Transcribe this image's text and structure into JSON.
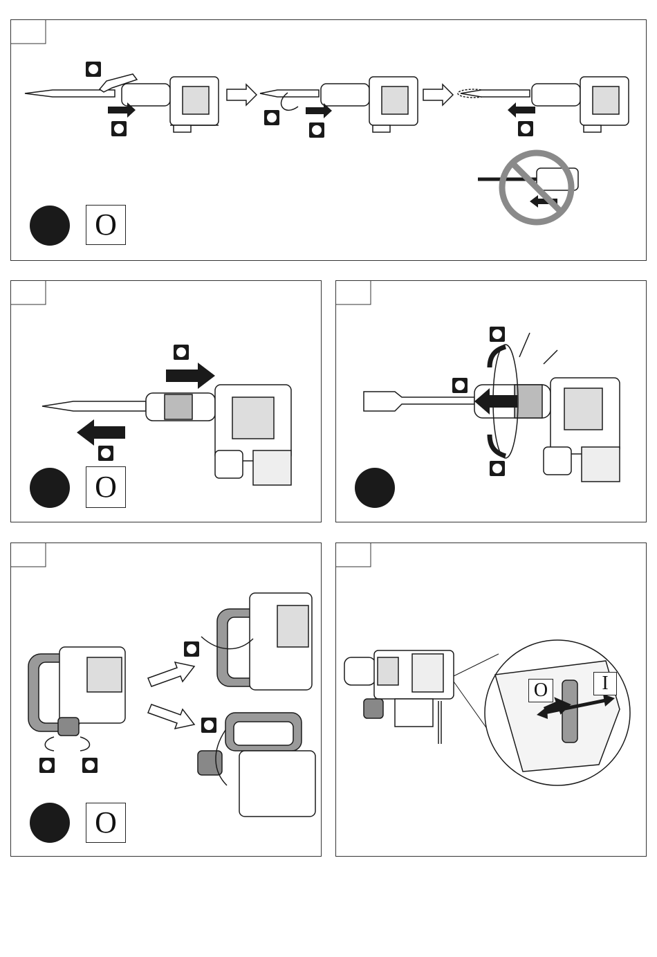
{
  "switch_marks": {
    "off": "O",
    "on": "I"
  },
  "icons": {
    "unplug": "unplug-icon",
    "prohibited": "prohibited-icon",
    "step_marker": "step-marker-icon",
    "direction_arrow": "arrow-icon"
  },
  "colors": {
    "ink": "#1a1a1a",
    "prohibited_ring": "#8a8a8a",
    "grip_fill": "#9a9a9a",
    "paper": "#ffffff"
  },
  "panels": [
    {
      "id": "panel-1",
      "steps": 4,
      "shows_unplug": true,
      "shows_off": true
    },
    {
      "id": "panel-2",
      "steps": 2,
      "shows_unplug": true,
      "shows_off": true
    },
    {
      "id": "panel-3",
      "steps": 3,
      "shows_unplug": true,
      "shows_off": false
    },
    {
      "id": "panel-4",
      "steps": 4,
      "shows_unplug": true,
      "shows_off": true
    },
    {
      "id": "panel-5",
      "steps": 0,
      "shows_unplug": false,
      "shows_off": true,
      "shows_on": true
    }
  ]
}
